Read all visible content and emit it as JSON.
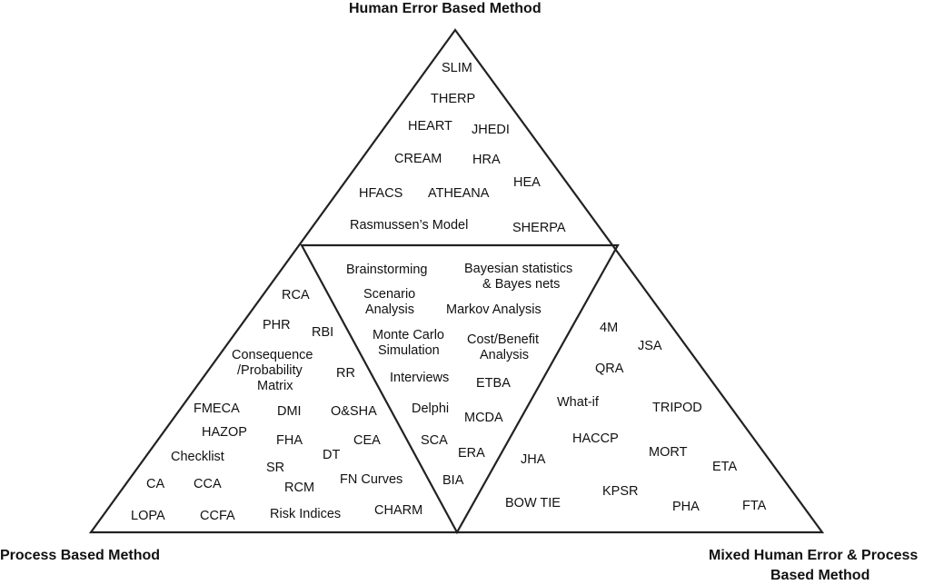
{
  "corner_titles": {
    "top": "Human Error Based Method",
    "left": "Process Based Method",
    "right_line1": "Mixed Human Error & Process",
    "right_line2": "Based Method"
  },
  "human_error_methods": {
    "slim": "SLIM",
    "therp": "THERP",
    "heart": "HEART",
    "jhedi": "JHEDI",
    "cream": "CREAM",
    "hra": "HRA",
    "hea": "HEA",
    "hfacs": "HFACS",
    "atheana": "ATHEANA",
    "rasmussen": "Rasmussen’s Model",
    "sherpa": "SHERPA"
  },
  "center_methods": {
    "brainstorming": "Brainstorming",
    "bayes_l1": "Bayesian statistics",
    "bayes_l2": "& Bayes nets",
    "scenario_l1": "Scenario",
    "scenario_l2": "Analysis",
    "markov": "Markov Analysis",
    "montecarlo_l1": "Monte Carlo",
    "montecarlo_l2": "Simulation",
    "costbenefit_l1": "Cost/Benefit",
    "costbenefit_l2": "Analysis",
    "interviews": "Interviews",
    "etba": "ETBA",
    "delphi": "Delphi",
    "mcda": "MCDA",
    "sca": "SCA",
    "era": "ERA",
    "bia": "BIA"
  },
  "process_methods": {
    "rca": "RCA",
    "phr": "PHR",
    "rbi": "RBI",
    "cpm_l1": "Consequence",
    "cpm_l2": "/Probability",
    "cpm_l3": "Matrix",
    "rr": "RR",
    "fmeca": "FMECA",
    "dmi": "DMI",
    "osha": "O&SHA",
    "hazop": "HAZOP",
    "fha": "FHA",
    "cea": "CEA",
    "checklist": "Checklist",
    "dt": "DT",
    "sr": "SR",
    "ca": "CA",
    "cca": "CCA",
    "rcm": "RCM",
    "fncurves": "FN Curves",
    "lopa": "LOPA",
    "ccfa": "CCFA",
    "riskindices": "Risk Indices",
    "charm": "CHARM"
  },
  "mixed_methods": {
    "fourm": "4M",
    "jsa": "JSA",
    "qra": "QRA",
    "whatif": "What-if",
    "tripod": "TRIPOD",
    "haccp": "HACCP",
    "jha": "JHA",
    "mort": "MORT",
    "eta": "ETA",
    "kpsr": "KPSR",
    "bowtie": "BOW TIE",
    "pha": "PHA",
    "fta": "FTA"
  }
}
